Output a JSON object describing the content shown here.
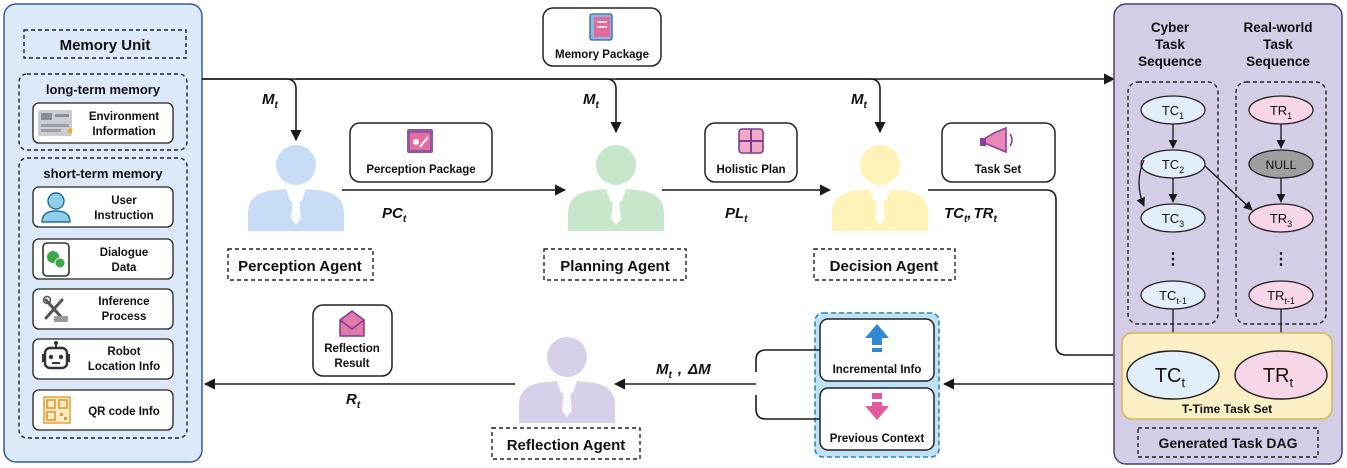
{
  "memory_unit": {
    "title": "Memory Unit",
    "long_term": {
      "title": "long-term memory",
      "items": [
        {
          "label_lines": [
            "Environment",
            "Information"
          ],
          "icon": "environment-info-icon"
        }
      ]
    },
    "short_term": {
      "title": "short-term memory",
      "items": [
        {
          "label_lines": [
            "User",
            "Instruction"
          ],
          "icon": "user-instruction-icon"
        },
        {
          "label_lines": [
            "Dialogue",
            "Data"
          ],
          "icon": "dialogue-data-icon"
        },
        {
          "label_lines": [
            "Inference",
            "Process"
          ],
          "icon": "inference-process-icon"
        },
        {
          "label_lines": [
            "Robot",
            "Location Info"
          ],
          "icon": "robot-icon"
        },
        {
          "label_lines": [
            "QR code Info"
          ],
          "icon": "qr-code-icon"
        }
      ]
    }
  },
  "packages": {
    "memory": "Memory Package",
    "perception": "Perception Package",
    "holistic_plan": "Holistic Plan",
    "task_set": "Task Set",
    "reflection_lines": [
      "Reflection",
      "Result"
    ]
  },
  "agents": {
    "perception": "Perception Agent",
    "planning": "Planning Agent",
    "decision": "Decision Agent",
    "reflection": "Reflection Agent"
  },
  "agent_colors": {
    "perception": "#c9dcf5",
    "planning": "#c8e6c9",
    "decision": "#fff3b8",
    "reflection": "#d8cfe8"
  },
  "edge_labels": {
    "m": "M",
    "m_sub": "t",
    "pc": "PC",
    "pc_sub": "t",
    "pl": "PL",
    "pl_sub": "t",
    "tc": "TC",
    "tc_sub": "t",
    "tc_sep": ",",
    "tr": "TR",
    "tr_sub": "t",
    "mt_delta_m": "M",
    "mt_delta_sub": "t",
    "delta_sep": ",",
    "delta_m": "ΔM",
    "r": "R",
    "r_sub": "t"
  },
  "context": {
    "incremental": "Incremental Info",
    "previous": "Previous Context"
  },
  "task_dag": {
    "cyber_title_lines": [
      "Cyber",
      "Task",
      "Sequence"
    ],
    "real_title_lines": [
      "Real-world",
      "Task",
      "Sequence"
    ],
    "cyber_nodes": [
      {
        "base": "TC",
        "sub": "1"
      },
      {
        "base": "TC",
        "sub": "2"
      },
      {
        "base": "TC",
        "sub": "3"
      },
      {
        "base": "TC",
        "sub": "t-1"
      }
    ],
    "real_nodes": [
      {
        "base": "TR",
        "sub": "1"
      },
      {
        "base": "NULL",
        "sub": ""
      },
      {
        "base": "TR",
        "sub": "3"
      },
      {
        "base": "TR",
        "sub": "t-1"
      }
    ],
    "ellipsis": "⋮",
    "t_time": {
      "tc": {
        "base": "TC",
        "sub": "t"
      },
      "tr": {
        "base": "TR",
        "sub": "t"
      },
      "label": "T-Time Task Set"
    },
    "footer": "Generated Task DAG"
  }
}
